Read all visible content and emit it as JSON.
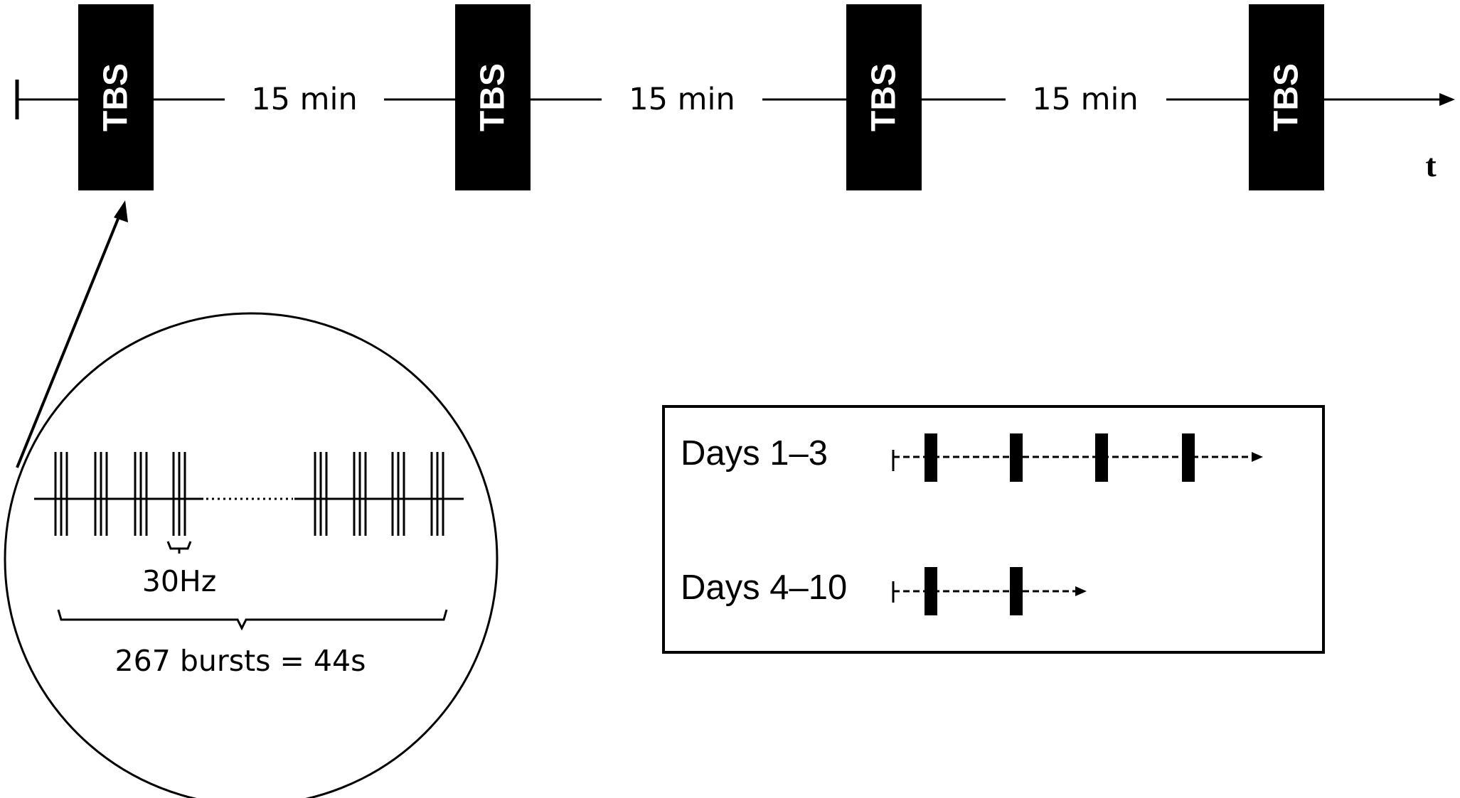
{
  "timeline": {
    "block_label": "TBS",
    "blocks": [
      "TBS",
      "TBS",
      "TBS",
      "TBS"
    ],
    "intervals": [
      "15 min",
      "15 min",
      "15 min"
    ],
    "axis_label": "t"
  },
  "burst_detail": {
    "frequency_label": "30Hz",
    "total_label": "267 bursts = 44s"
  },
  "schedule": {
    "rows": [
      {
        "label": "Days 1–3",
        "sessions": 4
      },
      {
        "label": "Days 4–10",
        "sessions": 2
      }
    ]
  },
  "colors": {
    "ink": "#000000",
    "background": "#ffffff",
    "block_text": "#ffffff"
  }
}
